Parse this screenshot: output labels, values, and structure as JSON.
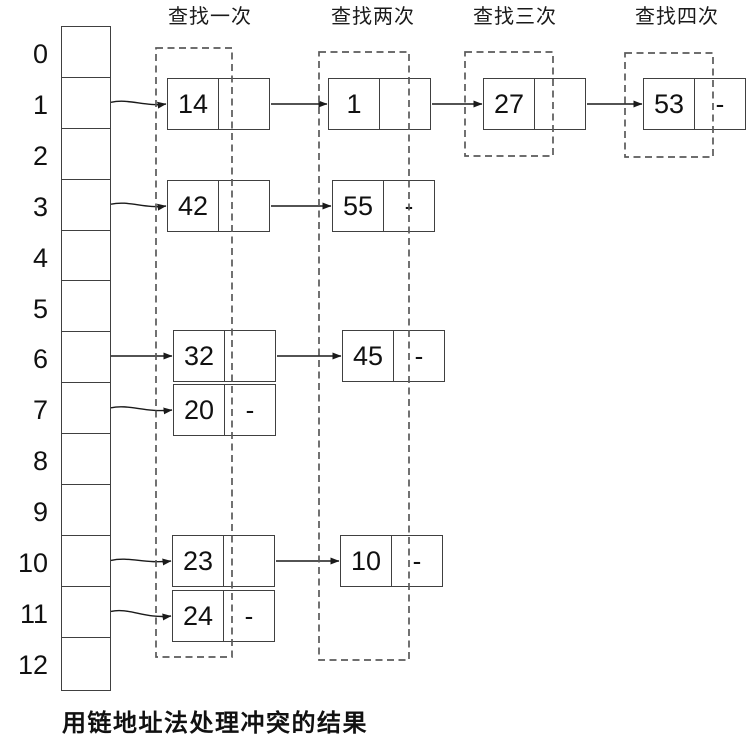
{
  "column_headers": [
    "查找一次",
    "查找两次",
    "查找三次",
    "查找四次"
  ],
  "array_indices": [
    "0",
    "1",
    "2",
    "3",
    "4",
    "5",
    "6",
    "7",
    "8",
    "9",
    "10",
    "11",
    "12"
  ],
  "caption": "用链地址法处理冲突的结果",
  "chains": [
    {
      "index": "1",
      "nodes": [
        {
          "value": "14",
          "pointer": ""
        },
        {
          "value": "1",
          "pointer": ""
        },
        {
          "value": "27",
          "pointer": ""
        },
        {
          "value": "53",
          "pointer": "-"
        }
      ]
    },
    {
      "index": "3",
      "nodes": [
        {
          "value": "42",
          "pointer": ""
        },
        {
          "value": "55",
          "pointer": "-"
        }
      ]
    },
    {
      "index": "6",
      "nodes": [
        {
          "value": "32",
          "pointer": ""
        },
        {
          "value": "45",
          "pointer": "-"
        }
      ]
    },
    {
      "index": "7",
      "nodes": [
        {
          "value": "20",
          "pointer": "-"
        }
      ]
    },
    {
      "index": "10",
      "nodes": [
        {
          "value": "23",
          "pointer": ""
        },
        {
          "value": "10",
          "pointer": "-"
        }
      ]
    },
    {
      "index": "11",
      "nodes": [
        {
          "value": "24",
          "pointer": "-"
        }
      ]
    }
  ],
  "colors": {
    "line": "#404040",
    "dashed_box": "#595959",
    "arrow": "#1a1a1a",
    "text": "#111111"
  }
}
